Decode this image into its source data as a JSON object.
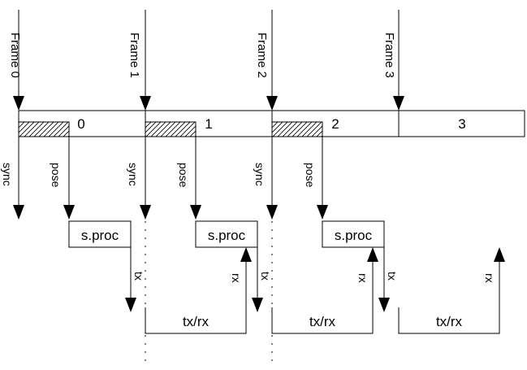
{
  "diagram": {
    "frames": [
      {
        "marker": "Frame 0",
        "slot": "0"
      },
      {
        "marker": "Frame 1",
        "slot": "1"
      },
      {
        "marker": "Frame 2",
        "slot": "2"
      },
      {
        "marker": "Frame 3",
        "slot": "3"
      }
    ],
    "sync_label": "sync",
    "pose_label": "pose",
    "proc_label": "s.proc",
    "tx_label": "tx",
    "rx_label": "rx",
    "txrx_label": "tx/rx",
    "colors": {
      "stroke": "#000000",
      "background": "#ffffff"
    }
  }
}
